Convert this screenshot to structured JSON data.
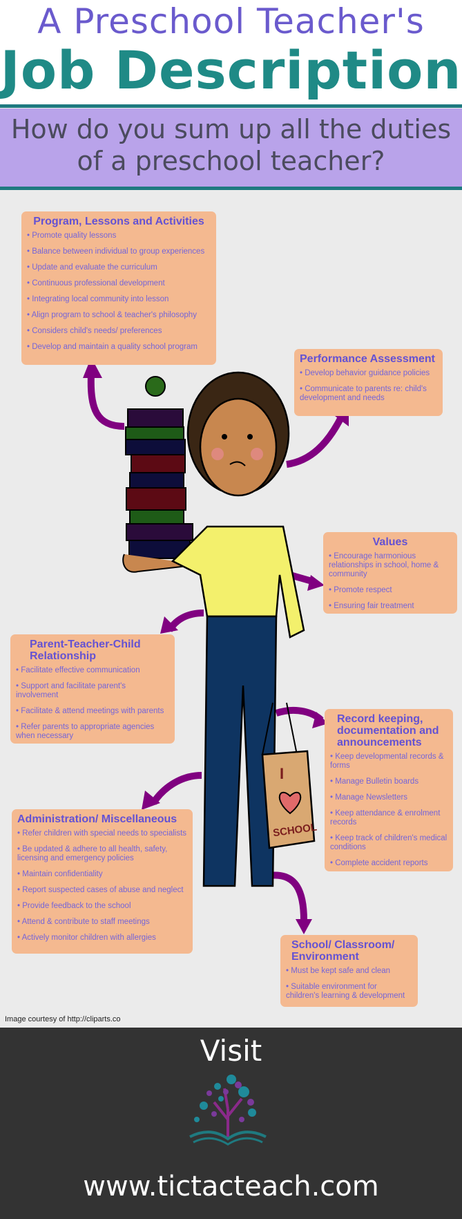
{
  "header": {
    "title_line1": "A Preschool Teacher's",
    "title_line2": "Job Description",
    "question": "How do you sum up all the duties of a preschool teacher?"
  },
  "boxes": {
    "program": {
      "title": "Program, Lessons and Activities",
      "items": [
        "Promote quality lessons",
        "Balance between individual to group experiences",
        "Update and evaluate the curriculum",
        "Continuous professional development",
        "Integrating local community into lesson",
        "Align program  to school & teacher's philosophy",
        "Considers child's needs/ preferences",
        "Develop and maintain a quality school program"
      ]
    },
    "performance": {
      "title": "Performance Assessment",
      "items": [
        "Develop behavior guidance policies",
        "Communicate to parents re: child's development and needs"
      ]
    },
    "values": {
      "title": "Values",
      "items": [
        "Encourage harmonious relationships in school, home & community",
        "Promote respect",
        "Ensuring fair treatment"
      ]
    },
    "parent": {
      "title": "Parent-Teacher-Child Relationship",
      "items": [
        "Facilitate effective communication",
        "Support and facilitate parent's involvement",
        "Facilitate & attend meetings with parents",
        "Refer parents to appropriate agencies when necessary"
      ]
    },
    "record": {
      "title": "Record keeping, documentation and announcements",
      "items": [
        "Keep developmental records & forms",
        "Manage Bulletin  boards",
        "Manage Newsletters",
        "Keep attendance & enrolment records",
        "Keep track of children's medical conditions",
        "Complete accident reports"
      ]
    },
    "admin": {
      "title": "Administration/ Miscellaneous",
      "items": [
        "Refer children with special needs to specialists",
        "Be updated & adhere to all health, safety, licensing and emergency policies",
        "Maintain confidentiality",
        "Report suspected cases of abuse and neglect",
        "Provide feedback to the school",
        "Attend & contribute to staff meetings",
        "Actively monitor children with allergies"
      ]
    },
    "school": {
      "title": "School/ Classroom/ Environment",
      "items": [
        "Must be kept safe and clean",
        "Suitable environment for children's learning & development"
      ]
    }
  },
  "illustration": {
    "bag_text_top": "I",
    "bag_text": "SCHOOL"
  },
  "credit": "Image courtesy of http://cliparts.co",
  "footer": {
    "visit": "Visit",
    "url": "www.tictacteach.com"
  },
  "colors": {
    "title_purple": "#6a5acd",
    "title_teal": "#1f8a86",
    "band": "#b9a3ea",
    "box": "#f4b990",
    "arrow": "#800080",
    "footer": "#333333"
  }
}
